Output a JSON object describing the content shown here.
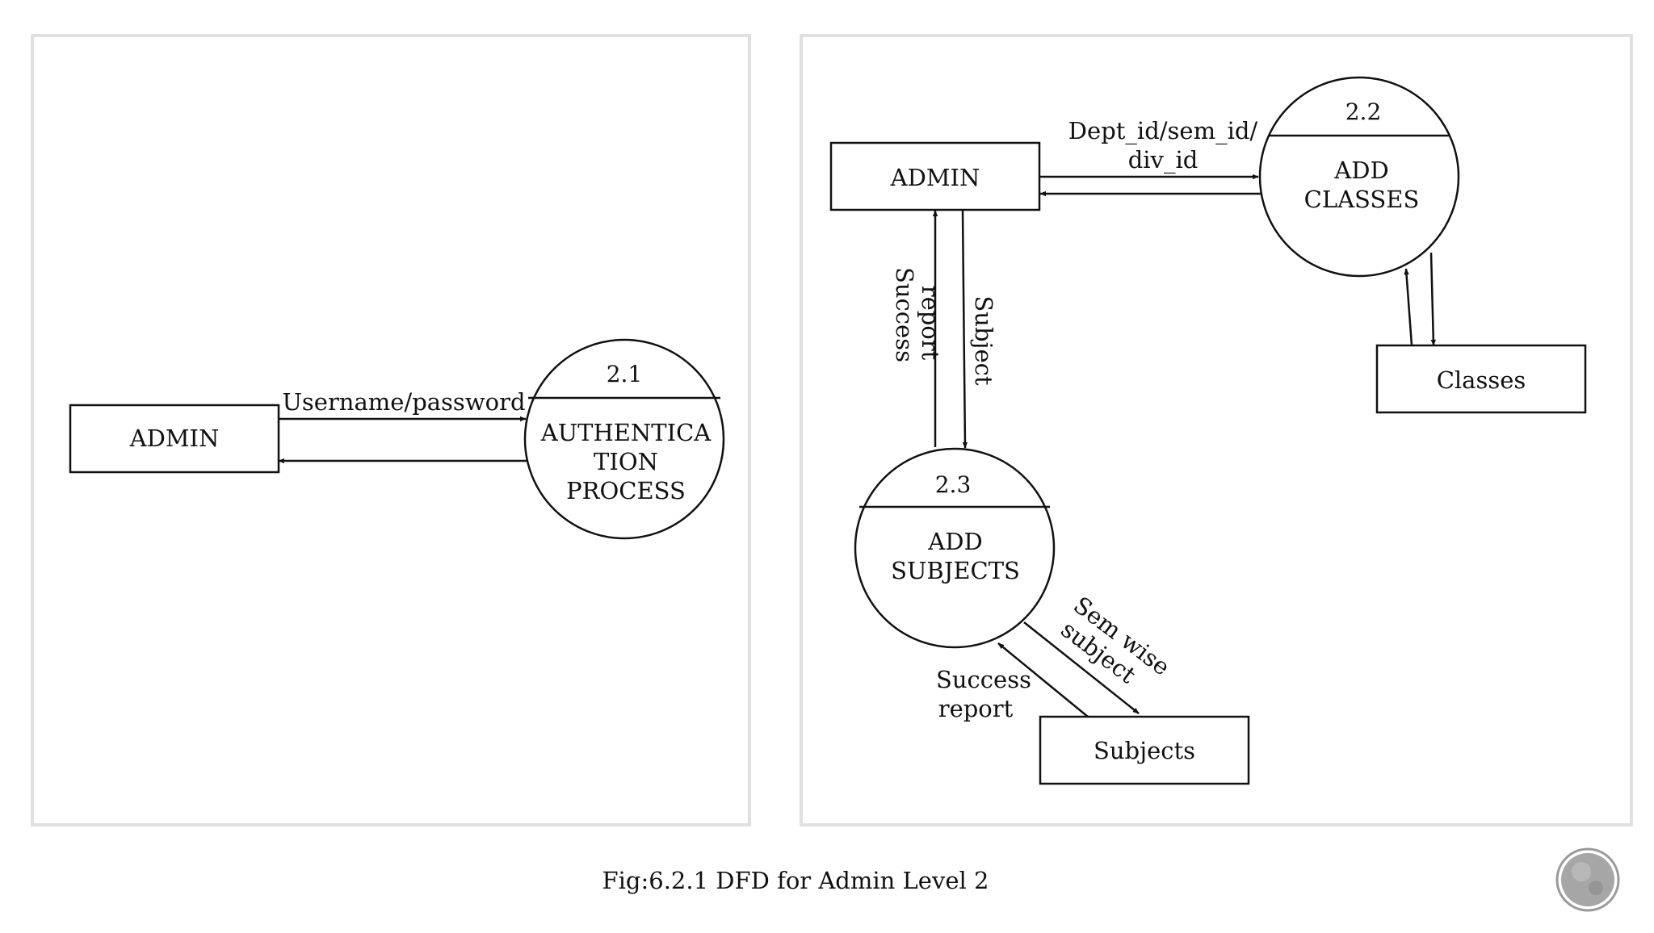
{
  "caption": "Fig:6.2.1 DFD for Admin Level 2",
  "colors": {
    "stroke": "#111111",
    "panel_border": "#e0e0e0",
    "background": "#ffffff"
  },
  "left_panel": {
    "entity": "ADMIN",
    "process": {
      "number": "2.1",
      "lines": [
        "AUTHENTICA",
        "TION",
        "PROCESS"
      ]
    },
    "flows": {
      "to_process": "Username/password"
    }
  },
  "right_panel": {
    "entities": {
      "admin": "ADMIN",
      "classes": "Classes",
      "subjects": "Subjects"
    },
    "process_classes": {
      "number": "2.2",
      "lines": [
        "ADD",
        "CLASSES"
      ]
    },
    "process_subjects": {
      "number": "2.3",
      "lines": [
        "ADD",
        "SUBJECTS"
      ]
    },
    "flows": {
      "admin_to_classes": [
        "Dept_id/sem_id/",
        "div_id"
      ],
      "success_report_up": [
        "Success",
        "report"
      ],
      "subject_down": "Subject",
      "sem_wise": [
        "Sem wise",
        "subject"
      ],
      "success_report_back": [
        "Success",
        "report"
      ]
    }
  },
  "corner_button": {
    "icon": "circle-nav-icon"
  }
}
